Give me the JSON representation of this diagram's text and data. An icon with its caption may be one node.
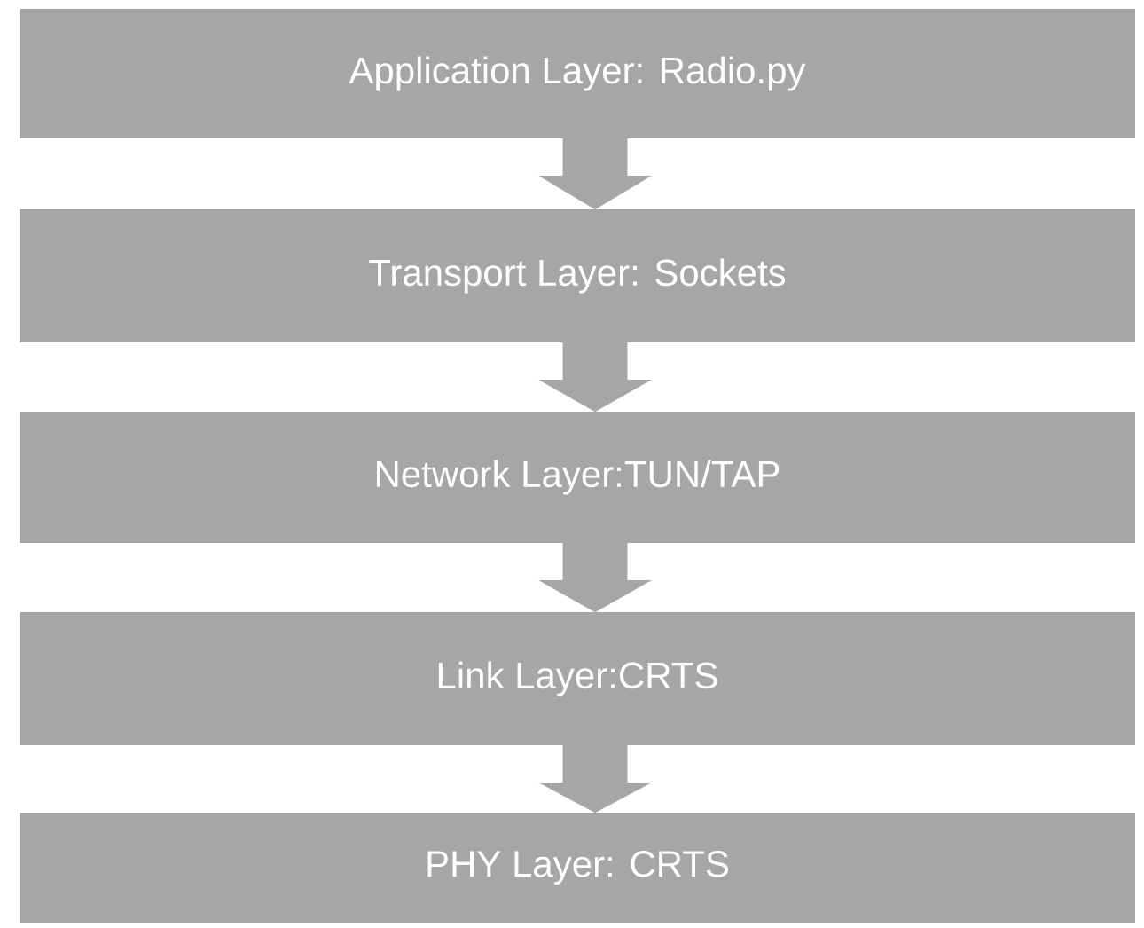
{
  "diagram": {
    "nodes": [
      {
        "text": [
          "Application Layer: Radio.py"
        ]
      },
      {
        "text": [
          "Transport Layer: Sockets"
        ]
      },
      {
        "text": [
          "Network Layer:TUN/TAP"
        ]
      },
      {
        "text": [
          "Link Layer:CRTS"
        ]
      },
      {
        "text": [
          "PHY Layer: CRTS"
        ]
      }
    ],
    "edges": [
      {
        "from": 0,
        "to": 1,
        "arrow": "to"
      },
      {
        "from": 1,
        "to": 2,
        "arrow": "to"
      },
      {
        "from": 2,
        "to": 3,
        "arrow": "to"
      },
      {
        "from": 3,
        "to": 4,
        "arrow": "to"
      }
    ]
  }
}
